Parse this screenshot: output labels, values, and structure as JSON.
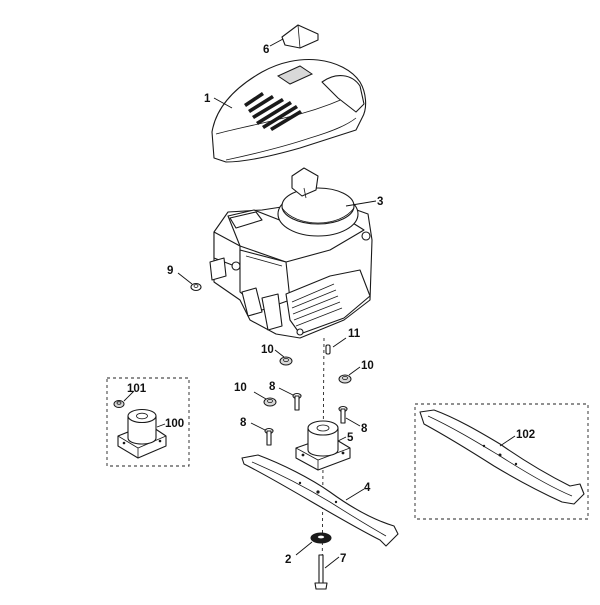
{
  "callouts": {
    "cover": "1",
    "washer": "2",
    "engine": "3",
    "blade": "4",
    "blade_adapter": "5",
    "cap": "6",
    "blade_bolt": "7",
    "screw_left": "8",
    "screw_center": "8",
    "screw_right": "8",
    "nut_engine": "9",
    "spacer_left": "10",
    "spacer_right": "10",
    "spacer_lower": "10",
    "pin": "11",
    "kit_spacer": "101",
    "kit_adapter": "100",
    "alt_blade": "102"
  }
}
